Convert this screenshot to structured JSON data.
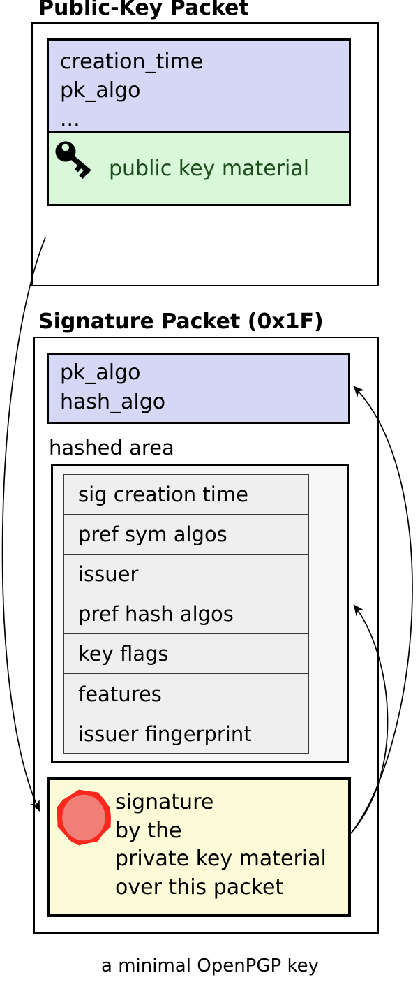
{
  "caption": "a minimal OpenPGP key",
  "public_key_packet": {
    "title": "Public-Key Packet",
    "fields": [
      "creation_time",
      "pk_algo",
      "..."
    ],
    "key_material_label": "public key material"
  },
  "signature_packet": {
    "title": "Signature Packet (0x1F)",
    "fields": [
      "pk_algo",
      "hash_algo"
    ],
    "hashed_area_label": "hashed area",
    "hashed_subpackets": [
      "sig creation time",
      "pref sym algos",
      "issuer",
      "pref hash algos",
      "key flags",
      "features",
      "issuer fingerprint"
    ],
    "signature_lines": [
      "signature",
      "by the",
      "private key material",
      "over this packet"
    ]
  },
  "icons": {
    "key_icon": "key-icon",
    "seal_icon": "wax-seal-icon"
  },
  "colors": {
    "field_fill": "#d6d6f5",
    "key_material_fill": "#d9f8d9",
    "key_material_text": "#1d4d1d",
    "signature_fill": "#fbfbd8",
    "hashed_area_fill": "#f7f7f7",
    "subpacket_fill": "#efefef",
    "seal_outer": "#f9291e",
    "seal_inner": "#f17f77",
    "line_color": "#000000"
  }
}
